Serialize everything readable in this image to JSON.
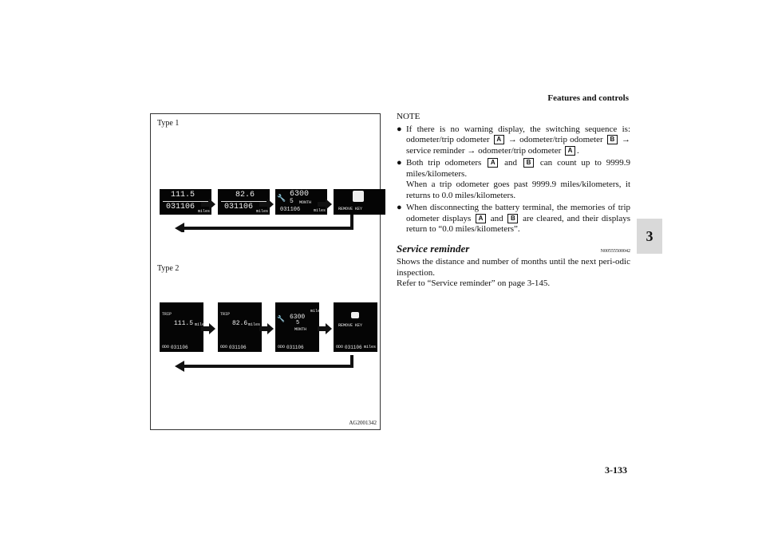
{
  "header": {
    "title": "Features and controls"
  },
  "chapter_tab": "3",
  "page_number": "3-133",
  "figure": {
    "type1_label": "Type 1",
    "type2_label": "Type 2",
    "code": "AG2001342",
    "t1": {
      "d1": {
        "big": "111.5",
        "odo": "031106",
        "unit": "miles"
      },
      "d2": {
        "big": "82.6",
        "odo": "031106",
        "unit": "miles"
      },
      "d3": {
        "big": "6300",
        "months": "5",
        "month_label": "MONTH",
        "odo": "031106",
        "unit": "miles"
      },
      "d4": {
        "text": "REMOVE KEY"
      }
    },
    "t2": {
      "d1": {
        "trip": "TRIP",
        "big": "111.5",
        "unit": "miles",
        "odo_label": "ODO",
        "odo": "031106"
      },
      "d2": {
        "trip": "TRIP",
        "big": "82.6",
        "unit": "miles",
        "odo_label": "ODO",
        "odo": "031106"
      },
      "d3": {
        "big": "6300",
        "months": "5",
        "month_label": "MONTH",
        "unit": "miles",
        "odo_label": "ODO",
        "odo": "031106"
      },
      "d4": {
        "text": "REMOVE KEY",
        "odo_label": "ODO",
        "odo": "031106",
        "unit": "miles"
      }
    }
  },
  "note": {
    "label": "NOTE",
    "b1_a": "If there is no warning display, the switching sequence is: odometer/trip odometer",
    "b1_b": "→ odometer/trip odometer",
    "b1_c": "→ service reminder → odometer/trip odometer",
    "b1_d": ".",
    "b2_a": "Both trip odometers",
    "b2_b": "and",
    "b2_c": "can count up to 9999.9 miles/kilometers.",
    "b2_d": "When a trip odometer goes past 9999.9 miles/kilometers, it returns to 0.0 miles/kilometers.",
    "b3_a": "When disconnecting the battery terminal, the memories of trip odometer displays",
    "b3_b": "and",
    "b3_c": "are cleared, and their displays return to “0.0 miles/kilometers”.",
    "key_a": "A",
    "key_b": "B"
  },
  "section": {
    "title": "Service reminder",
    "code": "N00555500042",
    "p1": "Shows the distance and number of months until the next peri-odic inspection.",
    "p2": "Refer to “Service reminder” on page 3-145."
  }
}
